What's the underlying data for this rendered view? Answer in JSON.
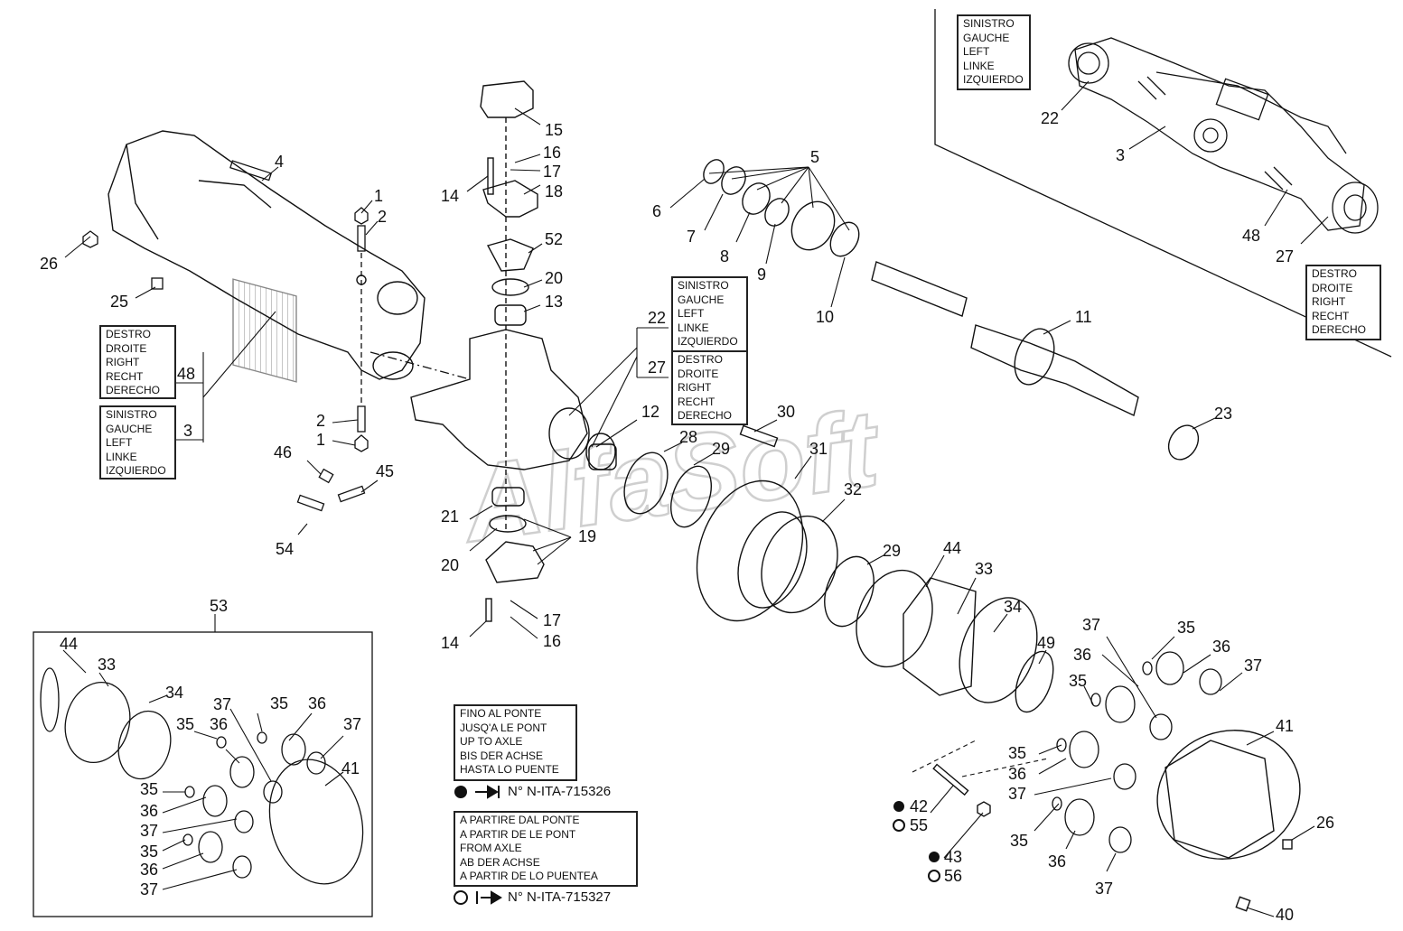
{
  "watermark": "AlfaSoft",
  "legends": {
    "inset_left": [
      "SINISTRO",
      "GAUCHE",
      "LEFT",
      "LINKE",
      "IZQUIERDO"
    ],
    "inset_right": [
      "DESTRO",
      "DROITE",
      "RIGHT",
      "RECHT",
      "DERECHO"
    ],
    "left_right_side": [
      "DESTRO",
      "DROITE",
      "RIGHT",
      "RECHT",
      "DERECHO"
    ],
    "left_left_side": [
      "SINISTRO",
      "GAUCHE",
      "LEFT",
      "LINKE",
      "IZQUIERDO"
    ],
    "center_left_side": [
      "SINISTRO",
      "GAUCHE",
      "LEFT",
      "LINKE",
      "IZQUIERDO"
    ],
    "center_right_side": [
      "DESTRO",
      "DROITE",
      "RIGHT",
      "RECHT",
      "DERECHO"
    ],
    "up_to_axle": [
      "FINO AL PONTE",
      "JUSQ'A LE PONT",
      "UP TO AXLE",
      "BIS DER ACHSE",
      "HASTA LO PUENTE"
    ],
    "from_axle": [
      "A PARTIRE DAL PONTE",
      "A PARTIR DE LE PONT",
      "FROM AXLE",
      "AB DER ACHSE",
      "A PARTIR DE LO PUENTEA"
    ]
  },
  "serial_notes": {
    "up_to": "N° N-ITA-715326",
    "from": "N° N-ITA-715327"
  },
  "callouts": {
    "inset_22": "22",
    "inset_3": "3",
    "inset_48": "48",
    "inset_27": "27",
    "bracket_48": "48",
    "bracket_3": "3",
    "bracket_22": "22",
    "bracket_27": "27",
    "group_53": "53"
  },
  "part_numbers": {
    "p1": "1",
    "p2": "2",
    "p1b": "1",
    "p2b": "2",
    "p4": "4",
    "p25": "25",
    "p26": "26",
    "p46": "46",
    "p45": "45",
    "p54": "54",
    "p15": "15",
    "p16": "16",
    "p17": "17",
    "p18": "18",
    "p14": "14",
    "p52": "52",
    "p20": "20",
    "p13": "13",
    "p12": "12",
    "p21": "21",
    "p20b": "20",
    "p19": "19",
    "p14b": "14",
    "p17b": "17",
    "p16b": "16",
    "p5": "5",
    "p6": "6",
    "p7": "7",
    "p8": "8",
    "p9": "9",
    "p10": "10",
    "p11": "11",
    "p23": "23",
    "p30": "30",
    "p28": "28",
    "p29": "29",
    "p31": "31",
    "p32": "32",
    "p29b": "29",
    "p44": "44",
    "p33": "33",
    "p34": "34",
    "p49": "49",
    "p37a": "37",
    "p36a": "36",
    "p35a": "35",
    "p35b": "35",
    "p36b": "36",
    "p37b": "37",
    "p41": "41",
    "p35c": "35",
    "p36c": "36",
    "p37c": "37",
    "p35d": "35",
    "p36d": "36",
    "p37d": "37",
    "p26b": "26",
    "p40": "40",
    "p42": "42",
    "p55": "55",
    "p43": "43",
    "p56": "56",
    "g44": "44",
    "g33": "33",
    "g34": "34",
    "g35a": "35",
    "g36a": "36",
    "g37a": "37",
    "g35b": "35",
    "g36b": "36",
    "g37b": "37",
    "g41": "41",
    "g35c": "35",
    "g36c": "36",
    "g37c": "37",
    "g35d": "35",
    "g36d": "36",
    "g37d": "37"
  }
}
